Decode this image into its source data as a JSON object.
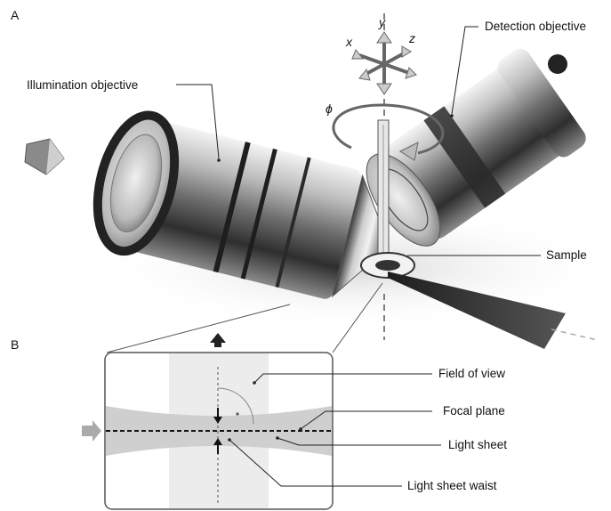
{
  "panels": {
    "a": "A",
    "b": "B"
  },
  "axes": {
    "x": "x",
    "y": "y",
    "z": "z",
    "rotation": "ϕ"
  },
  "labels": {
    "detection_objective": "Detection objective",
    "illumination_objective": "Illumination objective",
    "sample": "Sample",
    "field_of_view": "Field of view",
    "focal_plane": "Focal plane",
    "light_sheet": "Light sheet",
    "light_sheet_waist": "Light sheet waist"
  },
  "colors": {
    "metal_dark": "#3a3a3a",
    "metal_light": "#d9d9d9",
    "sheet": "#2b2b2b",
    "inset_field": "#ececec",
    "arrow_gray": "#9a9a9a"
  }
}
